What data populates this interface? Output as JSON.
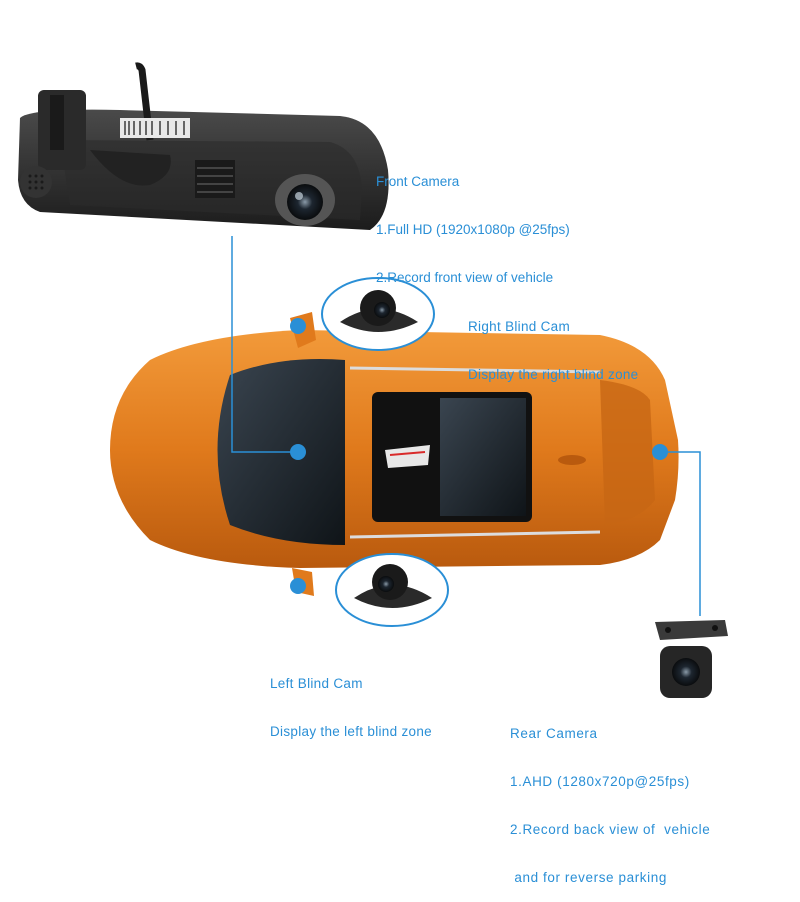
{
  "front_camera": {
    "title": "Front Camera",
    "line1": "1.Full HD (1920x1080p @25fps)",
    "line2": "2.Record front view of vehicle"
  },
  "right_blind_cam": {
    "title": "Right Blind Cam",
    "line1": "Display the right blind zone"
  },
  "left_blind_cam": {
    "title": "Left Blind Cam",
    "line1": "Display the left blind zone"
  },
  "rear_camera": {
    "title": "Rear Camera",
    "line1": "1.AHD (1280x720p@25fps)",
    "line2": "2.Record back view of  vehicle",
    "line3": " and for reverse parking"
  },
  "colors": {
    "accent": "#2a8fd6",
    "car_body": "#e07a1c"
  }
}
